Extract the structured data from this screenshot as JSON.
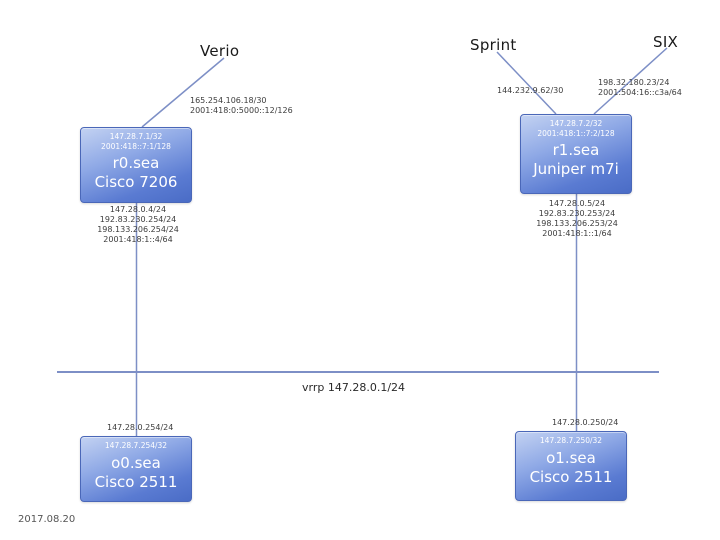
{
  "date": "2017.08.20",
  "uplinks": {
    "verio": {
      "label": "Verio",
      "ips": [
        "165.254.106.18/30",
        "2001:418:0:5000::12/126"
      ]
    },
    "sprint": {
      "label": "Sprint",
      "ips": [
        "144.232.9.62/30"
      ]
    },
    "six": {
      "label": "SIX",
      "ips": [
        "198.32.180.23/24",
        "2001:504:16::c3a/64"
      ]
    }
  },
  "routers": {
    "r0": {
      "name": "r0.sea",
      "model": "Cisco 7206",
      "loopbacks": [
        "147.28.7.1/32",
        "2001:418::7:1/128"
      ],
      "lan_ips": [
        "147.28.0.4/24",
        "192.83.230.254/24",
        "198.133.206.254/24",
        "2001:418:1::4/64"
      ]
    },
    "r1": {
      "name": "r1.sea",
      "model": "Juniper m7i",
      "loopbacks": [
        "147.28.7.2/32",
        "2001:418:1::7:2/128"
      ],
      "lan_ips": [
        "147.28.0.5/24",
        "192.83.230.253/24",
        "198.133.206.253/24",
        "2001:418:1::1/64"
      ]
    }
  },
  "consoles": {
    "o0": {
      "name": "o0.sea",
      "model": "Cisco 2511",
      "lan_ip": "147.28.0.254/24",
      "loopback": "147.28.7.254/32"
    },
    "o1": {
      "name": "o1.sea",
      "model": "Cisco 2511",
      "lan_ip": "147.28.0.250/24",
      "loopback": "147.28.7.250/32"
    }
  },
  "lan": {
    "vrrp_label": "vrrp 147.28.0.1/24"
  },
  "colors": {
    "wire": "#7d8fc6",
    "box_dark": "#4a6cc6",
    "box_light": "#c3d2f2"
  }
}
